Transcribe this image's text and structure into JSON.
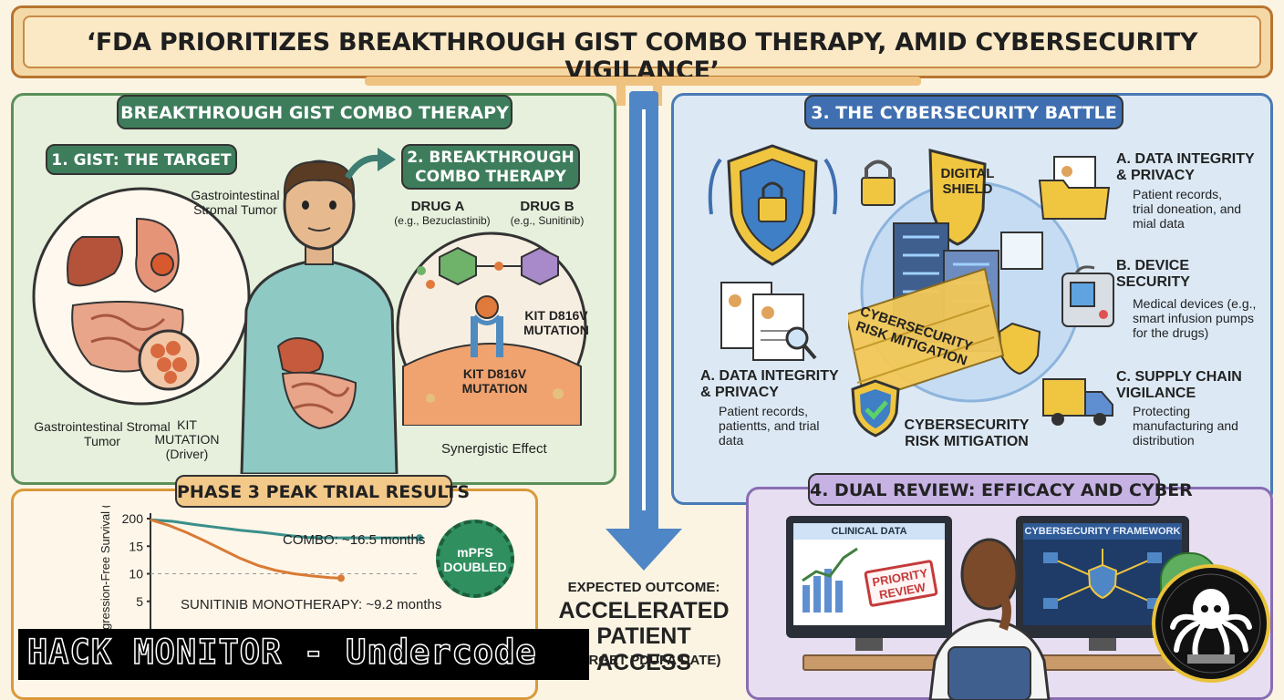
{
  "title": "‘FDA PRIORITIZES BREAKTHROUGH GIST COMBO THERAPY, AMID CYBERSECURITY VIGILANCE’",
  "left_panel": {
    "header": "BREAKTHROUGH GIST COMBO THERAPY",
    "gist_badge": "1. GIST: THE TARGET",
    "gist_stromal_label": "Gastrointestinal Stromal Tumor",
    "gist_tumor_label": "Gastrointestinal Stromal Tumor",
    "kit_label": "KIT MUTATION (Driver)",
    "combo_badge": "2. BREAKTHROUGH COMBO THERAPY",
    "drug_a": "DRUG A",
    "drug_a_example": "(e.g., Bezuclastinib)",
    "drug_b": "DRUG B",
    "drug_b_example": "(e.g., Sunitinib)",
    "kit_d816v_1": "KIT D816V MUTATION",
    "kit_d816v_2": "KIT D816V MUTATION",
    "synergy": "Synergistic Effect"
  },
  "trial_panel": {
    "header": "PHASE 3 PEAK TRIAL RESULTS",
    "mpfs_badge_line1": "mPFS",
    "mpfs_badge_line2": "DOUBLED"
  },
  "outcome": {
    "line1": "EXPECTED OUTCOME:",
    "line2": "ACCELERATED",
    "line3": "PATIENT ACCESS",
    "line4": "(TARGET PDUFA DATE)"
  },
  "cyber_panel": {
    "header": "3. THE CYBERSECURITY BATTLE",
    "shield": "DIGITAL SHIELD",
    "wall_text": "CYBERSECURITY RISK MITIGATION",
    "mitigation_label": "CYBERSECURITY RISK MITIGATION",
    "left_a_title": "A. DATA INTEGRITY & PRIVACY",
    "left_a_desc": "Patient records, patientts, and trial data",
    "right_a_title": "A. DATA INTEGRITY & PRIVACY",
    "right_a_desc": "Patient records, trial doneation, and mial data",
    "b_title": "B. DEVICE SECURITY",
    "b_desc": "Medical devices (e.g., smart infusion pumps for the drugs)",
    "c_title": "C. SUPPLY CHAIN VIGILANCE",
    "c_desc": "Protecting manufacturing and distribution"
  },
  "review_panel": {
    "header": "4. DUAL REVIEW: EFFICACY AND CYBER",
    "clinical_screen": "CLINICAL DATA",
    "priority_stamp": "PRIORITY REVIEW",
    "cyber_screen": "CYBERSECURITY FRAMEWORK"
  },
  "watermark": "HACK MONITOR - Undercode",
  "colors": {
    "left_border": "#5b8f5a",
    "left_bg": "#e6f0dc",
    "cyber_border": "#4a7ab5",
    "cyber_bg": "#dce9f5",
    "trial_border": "#d99a3a",
    "review_border": "#8a6db3",
    "review_bg": "#e7def2",
    "arrow": "#4f86c6",
    "combo_line": "#3a8f8a",
    "sunitinib_line": "#d97a35"
  },
  "chart_data": {
    "type": "line",
    "title": "",
    "xlabel": "",
    "ylabel": "Median Progression-Free Survival (mPFS)",
    "y_ticks": [
      "200",
      "15",
      "10",
      "5"
    ],
    "series": [
      {
        "name": "COMBO: ~16.5 months",
        "points": [
          [
            0,
            19.8
          ],
          [
            1,
            19.5
          ],
          [
            2,
            18.9
          ],
          [
            3,
            18.4
          ],
          [
            4,
            17.9
          ],
          [
            5,
            17.5
          ],
          [
            6,
            17.0
          ],
          [
            7,
            16.6
          ],
          [
            8,
            16.5
          ],
          [
            9,
            16.5
          ],
          [
            10,
            16.5
          ],
          [
            11,
            16.5
          ],
          [
            12,
            16.5
          ]
        ]
      },
      {
        "name": "SUNITINIB MONOTHERAPY: ~9.2 months",
        "points": [
          [
            0,
            19.8
          ],
          [
            0.8,
            18.8
          ],
          [
            1.6,
            17.5
          ],
          [
            2.4,
            16.0
          ],
          [
            3.2,
            14.4
          ],
          [
            4.0,
            12.8
          ],
          [
            4.8,
            11.5
          ],
          [
            5.6,
            10.6
          ],
          [
            6.4,
            10.0
          ],
          [
            7.2,
            9.6
          ],
          [
            8.0,
            9.3
          ],
          [
            8.5,
            9.2
          ]
        ]
      }
    ]
  }
}
